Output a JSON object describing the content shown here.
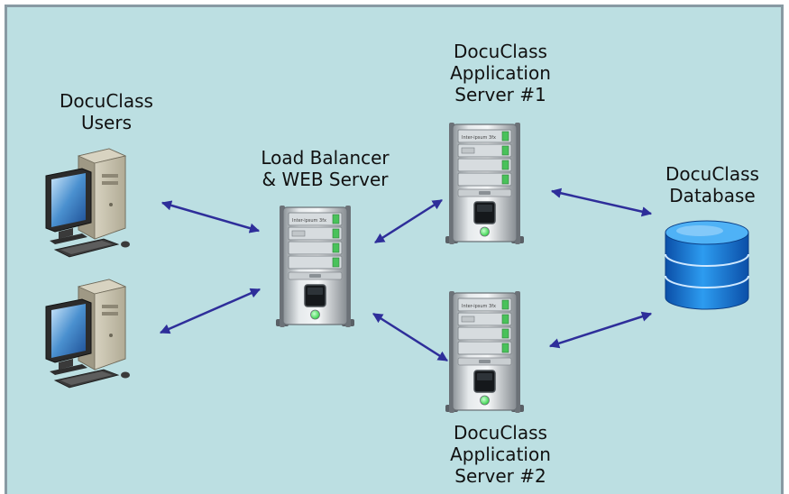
{
  "labels": {
    "users": [
      "DocuClass",
      "Users"
    ],
    "load_balancer": [
      "Load Balancer",
      "& WEB Server"
    ],
    "app_server_1": [
      "DocuClass",
      "Application",
      "Server #1"
    ],
    "app_server_2": [
      "DocuClass",
      "Application",
      "Server #2"
    ],
    "database": [
      "DocuClass",
      "Database"
    ]
  },
  "server_badge_text": "Inter-ipsum 3fx",
  "colors": {
    "background": "#bcdfe2",
    "border": "#889aa3",
    "arrow": "#2e2e9a",
    "database": "#1a7fd6",
    "led": "#36d24a"
  },
  "icons": [
    "desktop-computer-icon",
    "server-tower-icon",
    "database-cylinder-icon",
    "double-arrow-icon"
  ]
}
